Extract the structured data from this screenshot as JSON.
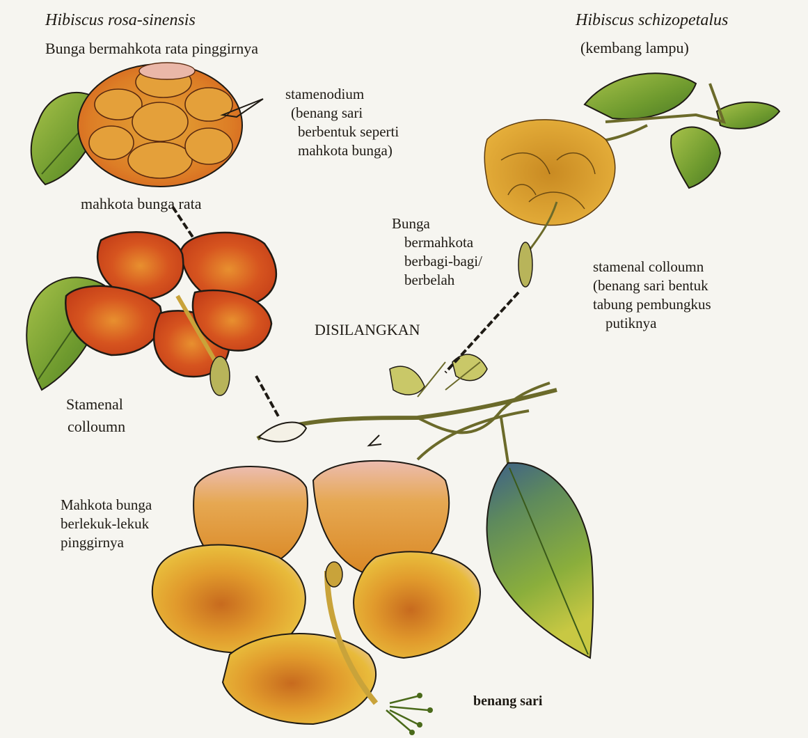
{
  "species_left": {
    "name": "Hibiscus rosa-sinensis",
    "desc": "Bunga bermahkota rata pinggirnya"
  },
  "species_right": {
    "name": "Hibiscus schizopetalus",
    "desc": "(kembang lampu)"
  },
  "label_stamenodium": [
    "stamenodium",
    "(benang sari",
    "berbentuk seperti",
    "mahkota bunga)"
  ],
  "label_mahkota_rata": "mahkota bunga rata",
  "label_stamenal_left": [
    "Stamenal",
    "colloumn"
  ],
  "label_bunga_berbagi": [
    "Bunga",
    "bermahkota",
    "berbagi-bagi/",
    "berbelah"
  ],
  "label_stamenal_right": [
    "stamenal colloumn",
    "(benang sari bentuk",
    "tabung pembungkus",
    "putiknya"
  ],
  "label_cross": "DISILANGKAN",
  "label_mahkota_lekuk": [
    "Mahkota bunga",
    "berlekuk-lekuk",
    "pinggirnya"
  ],
  "label_benang_sari": "benang sari",
  "colors": {
    "petal_red": "#d24a1c",
    "petal_orange": "#e0922a",
    "petal_yellow": "#e8c23a",
    "petal_pink": "#e9b9a8",
    "leaf_green": "#6e9a2e",
    "leaf_blue": "#3d5f8a",
    "ink": "#1e1a14"
  }
}
